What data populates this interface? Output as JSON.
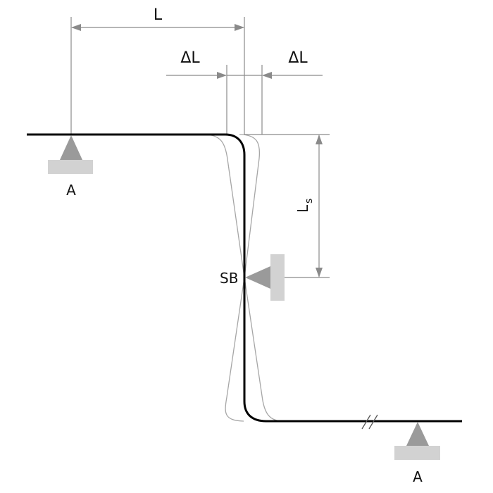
{
  "labels": {
    "length": "L",
    "delta_left": "ΔL",
    "delta_right": "ΔL",
    "ls_main": "L",
    "ls_sub": "s",
    "support_left": "A",
    "support_right": "A",
    "center_support": "SB"
  },
  "colors": {
    "main_line": "#000000",
    "thin_line": "#a6a6a6",
    "dimension_line": "#8a8a8a",
    "support_triangle": "#9a9a9a",
    "support_base": "#d2d2d2",
    "text": "#111111"
  },
  "icons": {
    "support_left": "fixed-support-triangle-icon",
    "support_right": "fixed-support-triangle-icon",
    "center_support": "side-support-triangle-icon",
    "break_mark": "break-mark-icon",
    "arrowhead": "dimension-arrowhead-icon"
  }
}
